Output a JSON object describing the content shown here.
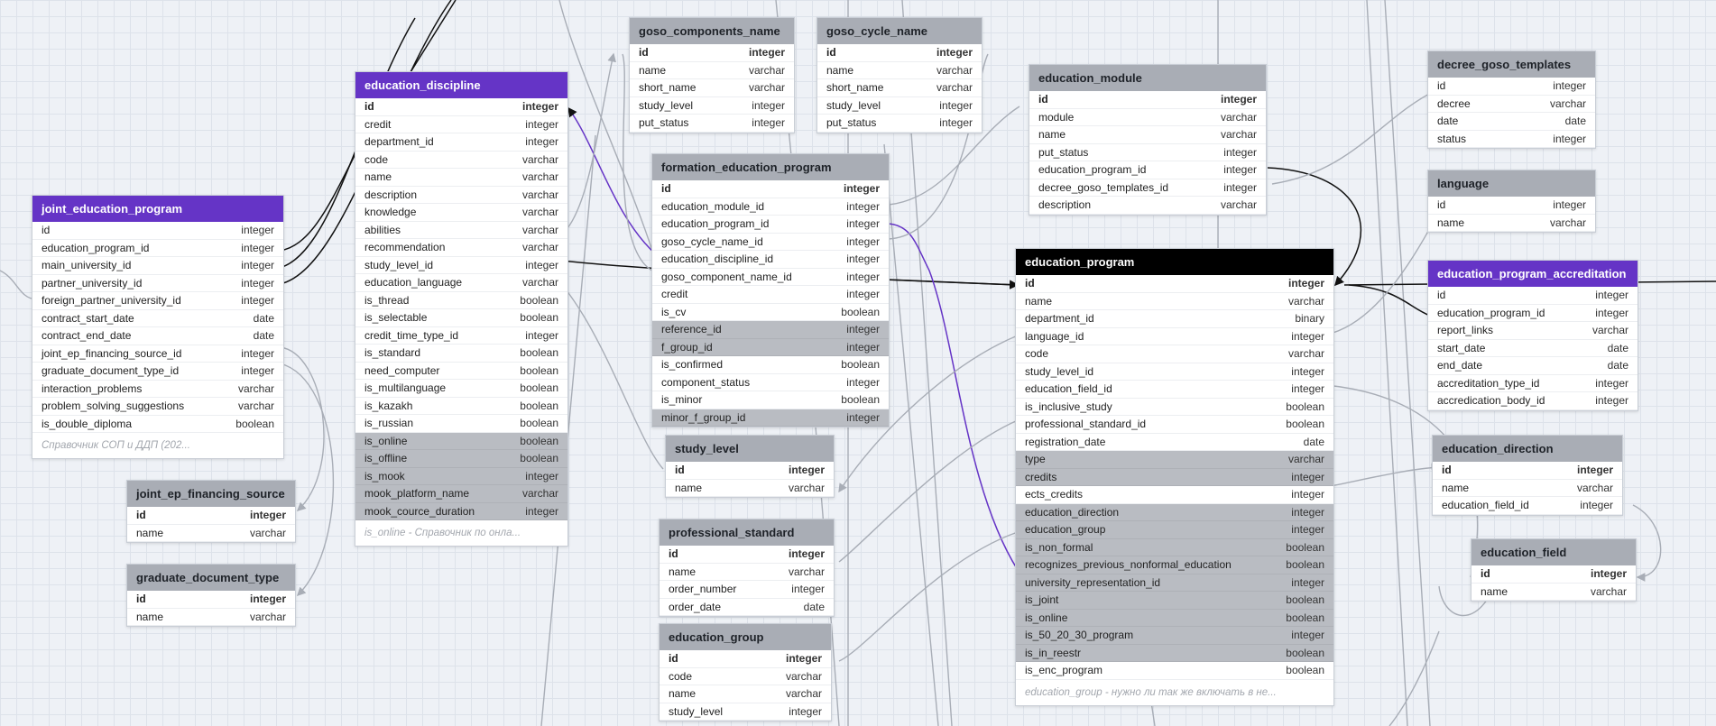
{
  "tables": [
    {
      "id": "joint_education_program",
      "title": "joint_education_program",
      "theme": "purple",
      "fields": [
        {
          "name": "id",
          "type": "integer"
        },
        {
          "name": "education_program_id",
          "type": "integer"
        },
        {
          "name": "main_university_id",
          "type": "integer"
        },
        {
          "name": "partner_university_id",
          "type": "integer"
        },
        {
          "name": "foreign_partner_university_id",
          "type": "integer"
        },
        {
          "name": "contract_start_date",
          "type": "date"
        },
        {
          "name": "contract_end_date",
          "type": "date"
        },
        {
          "name": "joint_ep_financing_source_id",
          "type": "integer"
        },
        {
          "name": "graduate_document_type_id",
          "type": "integer"
        },
        {
          "name": "interaction_problems",
          "type": "varchar"
        },
        {
          "name": "problem_solving_suggestions",
          "type": "varchar"
        },
        {
          "name": "is_double_diploma",
          "type": "boolean"
        }
      ],
      "note": "Справочник СОП и ДДП (202..."
    },
    {
      "id": "joint_ep_financing_source",
      "title": "joint_ep_financing_source",
      "theme": "gray",
      "fields": [
        {
          "name": "id",
          "type": "integer",
          "pk": true
        },
        {
          "name": "name",
          "type": "varchar"
        }
      ]
    },
    {
      "id": "graduate_document_type",
      "title": "graduate_document_type",
      "theme": "gray",
      "fields": [
        {
          "name": "id",
          "type": "integer",
          "pk": true
        },
        {
          "name": "name",
          "type": "varchar"
        }
      ]
    },
    {
      "id": "education_discipline",
      "title": "education_discipline",
      "theme": "purple",
      "fields": [
        {
          "name": "id",
          "type": "integer",
          "pk": true
        },
        {
          "name": "credit",
          "type": "integer"
        },
        {
          "name": "department_id",
          "type": "integer"
        },
        {
          "name": "code",
          "type": "varchar"
        },
        {
          "name": "name",
          "type": "varchar"
        },
        {
          "name": "description",
          "type": "varchar"
        },
        {
          "name": "knowledge",
          "type": "varchar"
        },
        {
          "name": "abilities",
          "type": "varchar"
        },
        {
          "name": "recommendation",
          "type": "varchar"
        },
        {
          "name": "study_level_id",
          "type": "integer"
        },
        {
          "name": "education_language",
          "type": "varchar"
        },
        {
          "name": "is_thread",
          "type": "boolean"
        },
        {
          "name": "is_selectable",
          "type": "boolean"
        },
        {
          "name": "credit_time_type_id",
          "type": "integer"
        },
        {
          "name": "is_standard",
          "type": "boolean"
        },
        {
          "name": "need_computer",
          "type": "boolean"
        },
        {
          "name": "is_multilanguage",
          "type": "boolean"
        },
        {
          "name": "is_kazakh",
          "type": "boolean"
        },
        {
          "name": "is_russian",
          "type": "boolean"
        },
        {
          "name": "is_online",
          "type": "boolean",
          "hl": true
        },
        {
          "name": "is_offline",
          "type": "boolean",
          "hl": true
        },
        {
          "name": "is_mook",
          "type": "integer",
          "hl": true
        },
        {
          "name": "mook_platform_name",
          "type": "varchar",
          "hl": true
        },
        {
          "name": "mook_cource_duration",
          "type": "integer",
          "hl": true
        }
      ],
      "note": "is_online - Справочник по онла..."
    },
    {
      "id": "goso_components_name",
      "title": "goso_components_name",
      "theme": "gray",
      "fields": [
        {
          "name": "id",
          "type": "integer",
          "pk": true
        },
        {
          "name": "name",
          "type": "varchar"
        },
        {
          "name": "short_name",
          "type": "varchar"
        },
        {
          "name": "study_level",
          "type": "integer"
        },
        {
          "name": "put_status",
          "type": "integer"
        }
      ]
    },
    {
      "id": "goso_cycle_name",
      "title": "goso_cycle_name",
      "theme": "gray",
      "fields": [
        {
          "name": "id",
          "type": "integer",
          "pk": true
        },
        {
          "name": "name",
          "type": "varchar"
        },
        {
          "name": "short_name",
          "type": "varchar"
        },
        {
          "name": "study_level",
          "type": "integer"
        },
        {
          "name": "put_status",
          "type": "integer"
        }
      ]
    },
    {
      "id": "formation_education_program",
      "title": "formation_education_program",
      "theme": "gray",
      "fields": [
        {
          "name": "id",
          "type": "integer",
          "pk": true
        },
        {
          "name": "education_module_id",
          "type": "integer"
        },
        {
          "name": "education_program_id",
          "type": "integer"
        },
        {
          "name": "goso_cycle_name_id",
          "type": "integer"
        },
        {
          "name": "education_discipline_id",
          "type": "integer"
        },
        {
          "name": "goso_component_name_id",
          "type": "integer"
        },
        {
          "name": "credit",
          "type": "integer"
        },
        {
          "name": "is_cv",
          "type": "boolean"
        },
        {
          "name": "reference_id",
          "type": "integer",
          "hl": true
        },
        {
          "name": "f_group_id",
          "type": "integer",
          "hl": true
        },
        {
          "name": "is_confirmed",
          "type": "boolean"
        },
        {
          "name": "component_status",
          "type": "integer"
        },
        {
          "name": "is_minor",
          "type": "boolean"
        },
        {
          "name": "minor_f_group_id",
          "type": "integer",
          "hl": true
        }
      ]
    },
    {
      "id": "study_level",
      "title": "study_level",
      "theme": "gray",
      "fields": [
        {
          "name": "id",
          "type": "integer",
          "pk": true
        },
        {
          "name": "name",
          "type": "varchar"
        }
      ]
    },
    {
      "id": "professional_standard",
      "title": "professional_standard",
      "theme": "gray",
      "fields": [
        {
          "name": "id",
          "type": "integer",
          "pk": true
        },
        {
          "name": "name",
          "type": "varchar"
        },
        {
          "name": "order_number",
          "type": "integer"
        },
        {
          "name": "order_date",
          "type": "date"
        }
      ]
    },
    {
      "id": "education_group",
      "title": "education_group",
      "theme": "gray",
      "fields": [
        {
          "name": "id",
          "type": "integer",
          "pk": true
        },
        {
          "name": "code",
          "type": "varchar"
        },
        {
          "name": "name",
          "type": "varchar"
        },
        {
          "name": "study_level",
          "type": "integer"
        }
      ]
    },
    {
      "id": "education_module",
      "title": "education_module",
      "theme": "gray",
      "fields": [
        {
          "name": "id",
          "type": "integer",
          "pk": true
        },
        {
          "name": "module",
          "type": "varchar"
        },
        {
          "name": "name",
          "type": "varchar"
        },
        {
          "name": "put_status",
          "type": "integer"
        },
        {
          "name": "education_program_id",
          "type": "integer"
        },
        {
          "name": "decree_goso_templates_id",
          "type": "integer"
        },
        {
          "name": "description",
          "type": "varchar"
        }
      ]
    },
    {
      "id": "education_program",
      "title": "education_program",
      "theme": "black",
      "fields": [
        {
          "name": "id",
          "type": "integer",
          "pk": true
        },
        {
          "name": "name",
          "type": "varchar"
        },
        {
          "name": "department_id",
          "type": "binary"
        },
        {
          "name": "language_id",
          "type": "integer"
        },
        {
          "name": "code",
          "type": "varchar"
        },
        {
          "name": "study_level_id",
          "type": "integer"
        },
        {
          "name": "education_field_id",
          "type": "integer"
        },
        {
          "name": "is_inclusive_study",
          "type": "boolean"
        },
        {
          "name": "professional_standard_id",
          "type": "boolean"
        },
        {
          "name": "registration_date",
          "type": "date"
        },
        {
          "name": "type",
          "type": "varchar",
          "hl": true
        },
        {
          "name": "credits",
          "type": "integer",
          "hl": true
        },
        {
          "name": "ects_credits",
          "type": "integer"
        },
        {
          "name": "education_direction",
          "type": "integer",
          "hl": true
        },
        {
          "name": "education_group",
          "type": "integer",
          "hl": true
        },
        {
          "name": "is_non_formal",
          "type": "boolean",
          "hl": true
        },
        {
          "name": "recognizes_previous_nonformal_education",
          "type": "boolean",
          "hl": true
        },
        {
          "name": "university_representation_id",
          "type": "integer",
          "hl": true
        },
        {
          "name": "is_joint",
          "type": "boolean",
          "hl": true
        },
        {
          "name": "is_online",
          "type": "boolean",
          "hl": true
        },
        {
          "name": "is_50_20_30_program",
          "type": "integer",
          "hl": true
        },
        {
          "name": "is_in_reestr",
          "type": "boolean",
          "hl": true
        },
        {
          "name": "is_enc_program",
          "type": "boolean"
        }
      ],
      "note": "education_group - нужно ли так же включать в не..."
    },
    {
      "id": "decree_goso_templates",
      "title": "decree_goso_templates",
      "theme": "gray",
      "fields": [
        {
          "name": "id",
          "type": "integer"
        },
        {
          "name": "decree",
          "type": "varchar"
        },
        {
          "name": "date",
          "type": "date"
        },
        {
          "name": "status",
          "type": "integer"
        }
      ]
    },
    {
      "id": "language",
      "title": "language",
      "theme": "gray",
      "fields": [
        {
          "name": "id",
          "type": "integer"
        },
        {
          "name": "name",
          "type": "varchar"
        }
      ]
    },
    {
      "id": "education_program_accreditation",
      "title": "education_program_accreditation",
      "theme": "purple",
      "fields": [
        {
          "name": "id",
          "type": "integer"
        },
        {
          "name": "education_program_id",
          "type": "integer"
        },
        {
          "name": "report_links",
          "type": "varchar"
        },
        {
          "name": "start_date",
          "type": "date"
        },
        {
          "name": "end_date",
          "type": "date"
        },
        {
          "name": "accreditation_type_id",
          "type": "integer"
        },
        {
          "name": "accredication_body_id",
          "type": "integer"
        }
      ]
    },
    {
      "id": "education_direction",
      "title": "education_direction",
      "theme": "gray",
      "fields": [
        {
          "name": "id",
          "type": "integer",
          "pk": true
        },
        {
          "name": "name",
          "type": "varchar"
        },
        {
          "name": "education_field_id",
          "type": "integer"
        }
      ]
    },
    {
      "id": "education_field",
      "title": "education_field",
      "theme": "gray",
      "fields": [
        {
          "name": "id",
          "type": "integer",
          "pk": true
        },
        {
          "name": "name",
          "type": "varchar"
        }
      ]
    }
  ],
  "colors": {
    "purple": "#6534c6",
    "header_gray": "#a9adb5",
    "black": "#000000",
    "highlight": "#b9bcc2",
    "link": "#a8adb6"
  }
}
